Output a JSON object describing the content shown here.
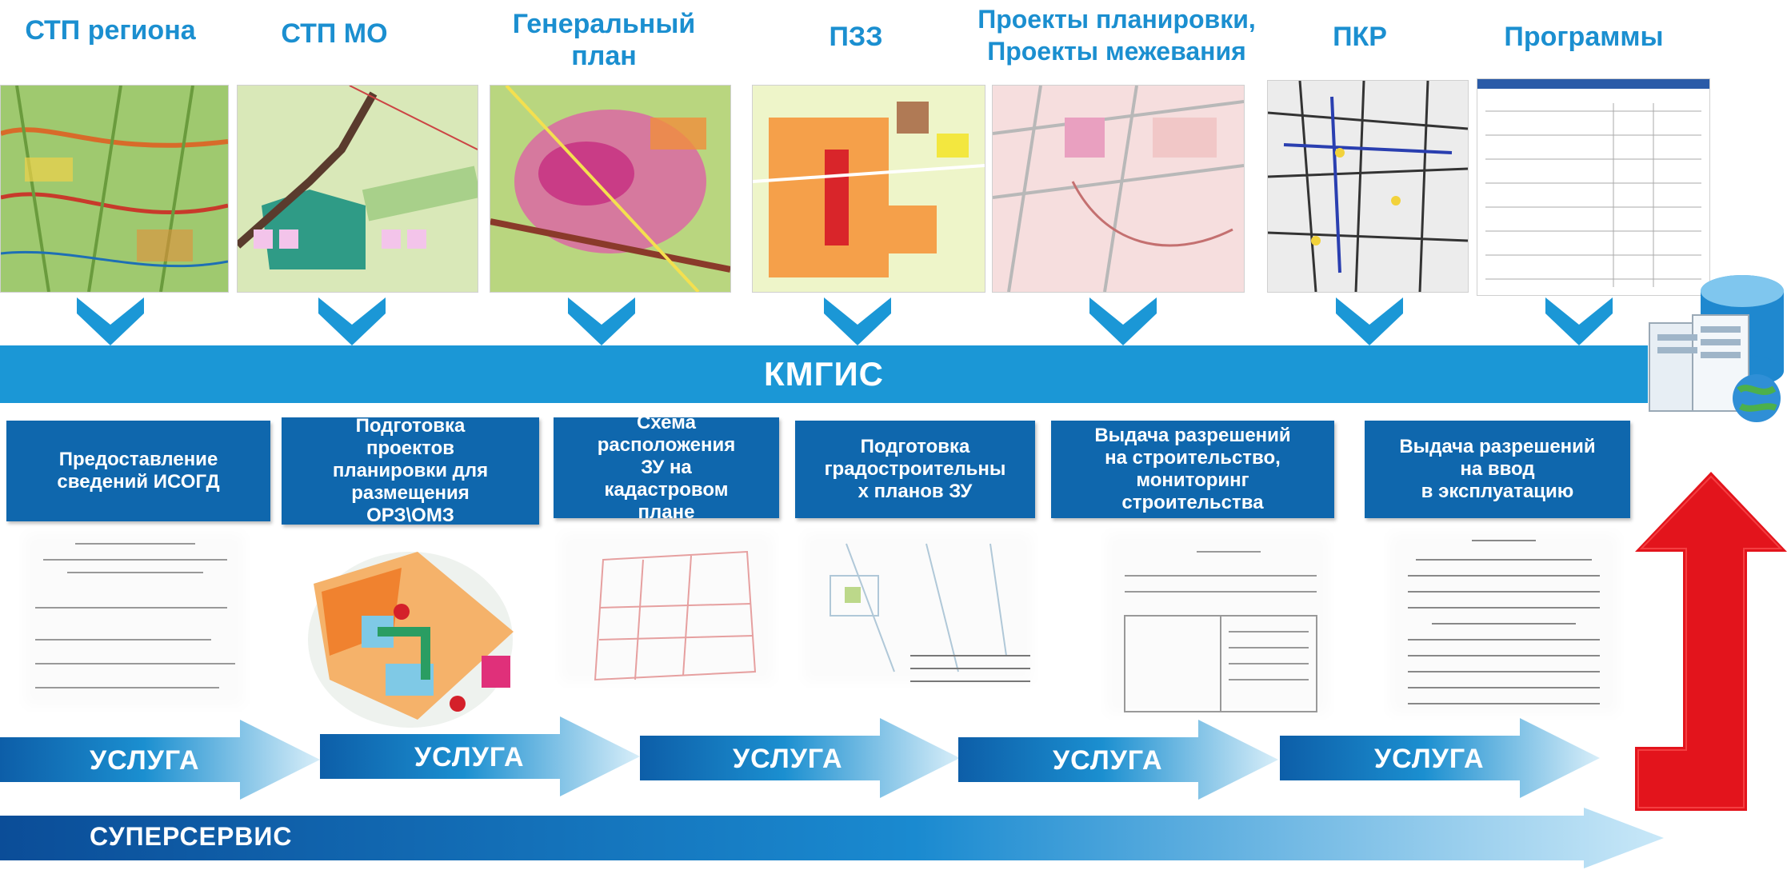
{
  "sources": [
    {
      "label": "СТП региона",
      "icon": "regional-map-thumbnail"
    },
    {
      "label": "СТП МО",
      "icon": "municipal-map-thumbnail"
    },
    {
      "label": "Генеральный\nплан",
      "icon": "general-plan-thumbnail"
    },
    {
      "label": "ПЗЗ",
      "icon": "zoning-map-thumbnail"
    },
    {
      "label": "Проекты планировки,\nПроекты межевания",
      "icon": "planning-project-thumbnail"
    },
    {
      "label": "ПКР",
      "icon": "engineering-networks-thumbnail"
    },
    {
      "label": "Программы",
      "icon": "programs-table-thumbnail"
    }
  ],
  "system": {
    "label": "КМГИС",
    "icon": "database-server-globe-icon"
  },
  "services": [
    {
      "label": "Предоставление\nсведений ИСОГД"
    },
    {
      "label": "Подготовка\nпроектов\nпланировки для\nразмещения\nОРЗ\\ОМЗ"
    },
    {
      "label": "Схема\nрасположения\nЗУ на\nкадастровом\nплане"
    },
    {
      "label": "Подготовка\nградостроительны\nх планов ЗУ"
    },
    {
      "label": "Выдача разрешений\nна строительство,\nмониторинг\nстроительства"
    },
    {
      "label": "Выдача разрешений\nна ввод\nв эксплуатацию"
    }
  ],
  "service_arrows": [
    {
      "label": "УСЛУГА"
    },
    {
      "label": "УСЛУГА"
    },
    {
      "label": "УСЛУГА"
    },
    {
      "label": "УСЛУГА"
    },
    {
      "label": "УСЛУГА"
    }
  ],
  "superservice": {
    "label": "СУПЕРСЕРВИС"
  },
  "colors": {
    "band": "#1b97d6",
    "service_box": "#0f67ad",
    "title": "#1b8fd0",
    "up_arrow": "#e3141c"
  }
}
